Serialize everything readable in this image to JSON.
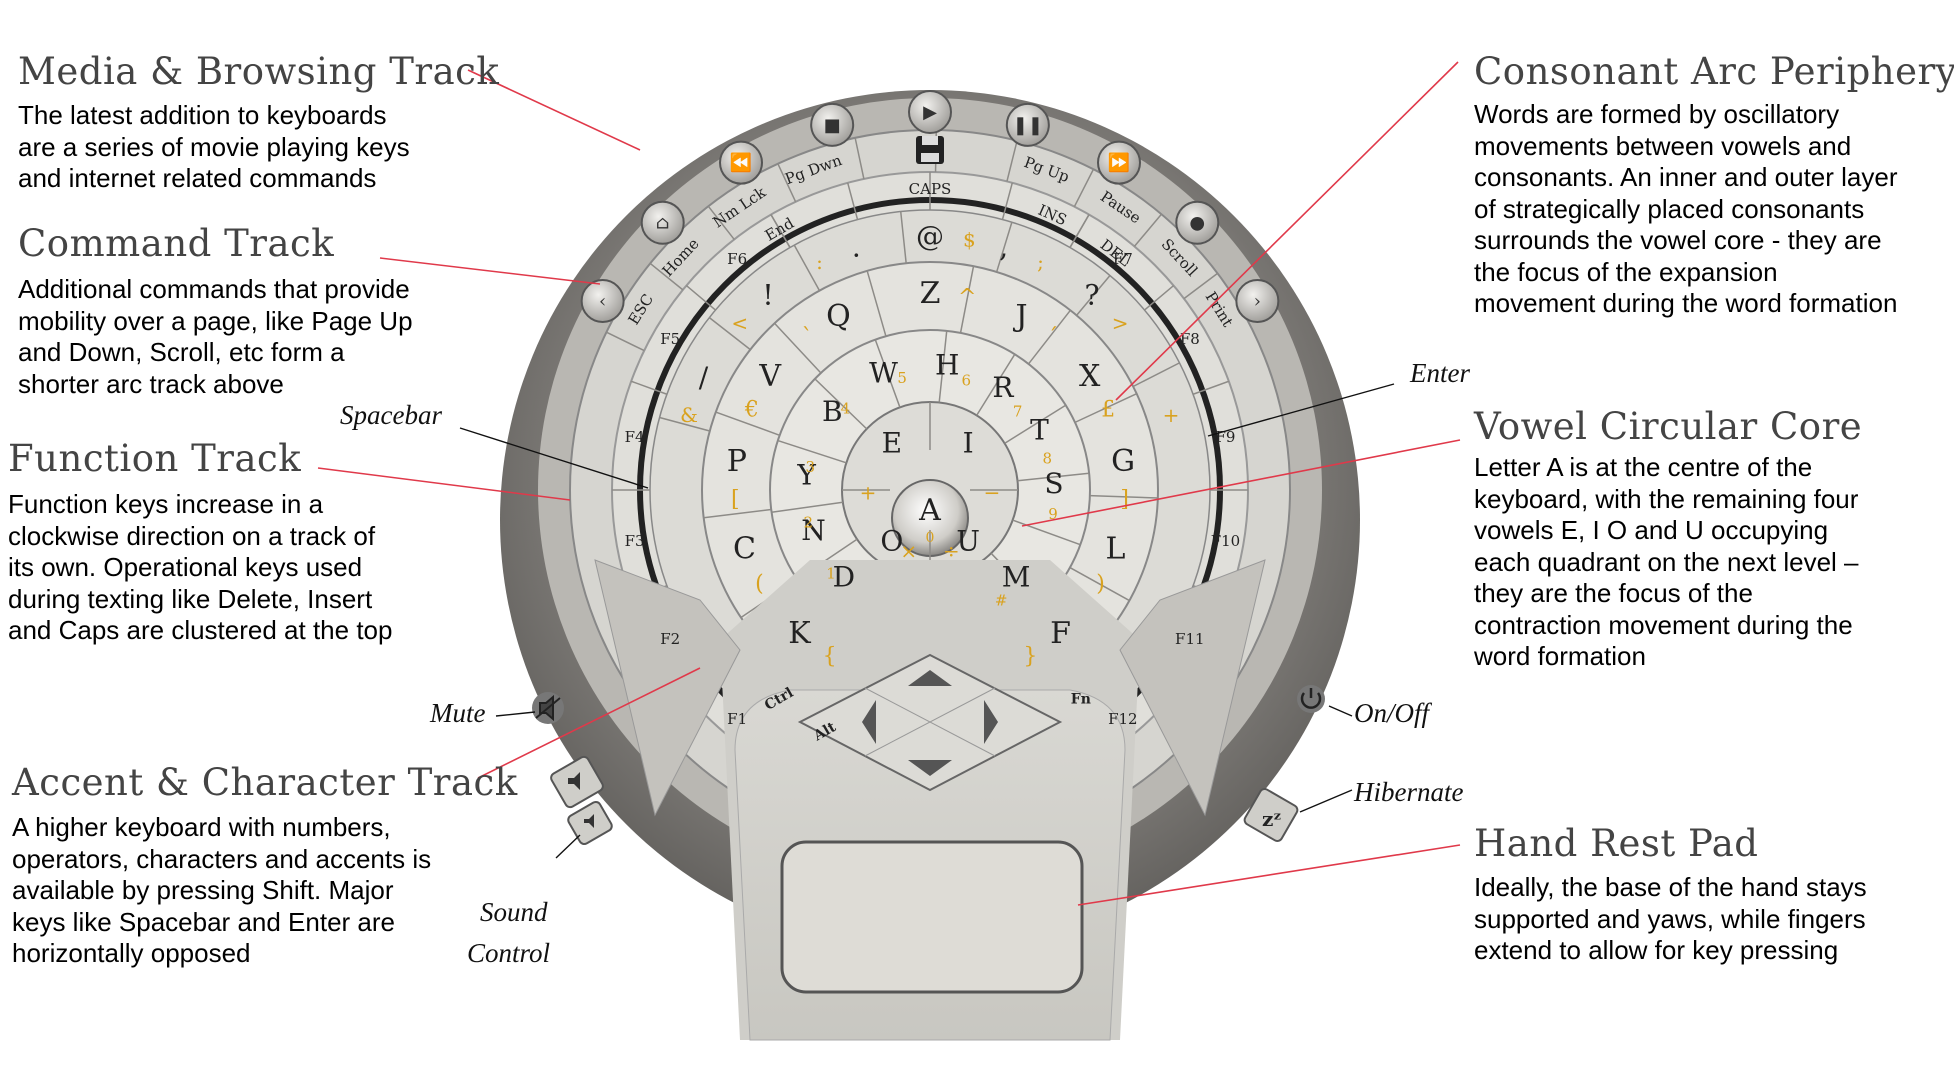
{
  "annotations": {
    "media": {
      "title": "Media & Browsing Track",
      "text": "The latest addition to keyboards\nare a series of movie playing keys\nand internet related commands"
    },
    "command": {
      "title": "Command Track",
      "text": "Additional commands that provide\nmobility over a page, like Page Up\nand Down, Scroll, etc form a\nshorter arc track above"
    },
    "function": {
      "title": "Function Track",
      "text": "Function keys increase in a\nclockwise direction on a track of\nits own. Operational keys used\nduring texting like Delete, Insert\nand Caps are clustered at the top"
    },
    "accent": {
      "title": "Accent & Character Track",
      "text": "A higher keyboard with numbers,\noperators, characters and accents is\navailable by pressing Shift. Major\nkeys like Spacebar and Enter are\nhorizontally opposed"
    },
    "consonant": {
      "title": "Consonant Arc Periphery",
      "text": "Words are formed by oscillatory\nmovements between vowels and\nconsonants. An inner and outer layer\nof strategically placed consonants\nsurrounds the vowel core - they are\nthe focus of the expansion\nmovement during the word formation"
    },
    "vowel": {
      "title": "Vowel Circular Core",
      "text": "Letter A is at the centre of the\nkeyboard, with the remaining four\nvowels E, I O and U occupying\neach quadrant on the next level –\nthey are the focus of the\ncontraction movement during the\nword formation"
    },
    "handrest": {
      "title": "Hand Rest Pad",
      "text": "Ideally, the base of the hand stays\nsupported and yaws, while fingers\nextend to allow for key pressing"
    }
  },
  "small_labels": {
    "spacebar": "Spacebar",
    "enter": "Enter",
    "mute": "Mute",
    "onoff": "On/Off",
    "hibernate": "Hibernate",
    "sound1": "Sound",
    "sound2": "Control"
  },
  "keys": {
    "center": "A",
    "center_alt": "0",
    "vowels": [
      "E",
      "I",
      "O",
      "U"
    ],
    "operators": [
      "+",
      "−",
      "×",
      "÷"
    ],
    "ring3": [
      {
        "k": "B",
        "n": "4"
      },
      {
        "k": "W",
        "n": "5"
      },
      {
        "k": "H",
        "n": "6"
      },
      {
        "k": "R",
        "n": "7"
      },
      {
        "k": "T",
        "n": "8"
      },
      {
        "k": "S",
        "n": "9"
      },
      {
        "k": "M",
        "n": "#"
      },
      {
        "k": "D",
        "n": "1"
      },
      {
        "k": "N",
        "n": "2"
      },
      {
        "k": "Y",
        "n": "3"
      }
    ],
    "ring4": [
      {
        "k": "K",
        "n": "{"
      },
      {
        "k": "C",
        "n": "("
      },
      {
        "k": "P",
        "n": "["
      },
      {
        "k": "V",
        "n": "€"
      },
      {
        "k": "Q",
        "n": "`"
      },
      {
        "k": "Z",
        "n": "^"
      },
      {
        "k": "J",
        "n": "´"
      },
      {
        "k": "X",
        "n": "£"
      },
      {
        "k": "G",
        "n": "]"
      },
      {
        "k": "L",
        "n": ")"
      },
      {
        "k": "F",
        "n": "}"
      }
    ],
    "punct": [
      {
        "k": "/",
        "n": "&"
      },
      {
        "k": "!",
        "n": "<"
      },
      {
        "k": ".",
        "n": ":"
      },
      {
        "k": "@",
        "n": "$"
      },
      {
        "k": ",",
        "n": ";"
      },
      {
        "k": "?",
        "n": ">"
      },
      {
        "k": "",
        "n": "+"
      }
    ],
    "modifiers": {
      "ctrl": "Ctrl",
      "alt": "Alt",
      "fn": "Fn"
    },
    "function_left": [
      "F1",
      "F2",
      "F3",
      "F4",
      "F5",
      "F6"
    ],
    "function_right": [
      "F7",
      "F8",
      "F9",
      "F10",
      "F11",
      "F12"
    ],
    "ops_top": [
      "End",
      "CAPS",
      "INS",
      "DEL"
    ],
    "commands": [
      "ESC",
      "Home",
      "Nm Lck",
      "Pg Dwn",
      "Pg Up",
      "Pause",
      "Scroll",
      "Print"
    ]
  },
  "media_icons": [
    "back-icon",
    "home-icon",
    "rewind-icon",
    "stop-icon",
    "play-icon",
    "pause-icon",
    "fast-forward-icon",
    "record-icon",
    "forward-icon"
  ],
  "colors": {
    "accent_text": "#d9a21f",
    "callout_line": "#e0394a",
    "key_face": "#e3e2dc",
    "body_dark": "#7a7875"
  }
}
